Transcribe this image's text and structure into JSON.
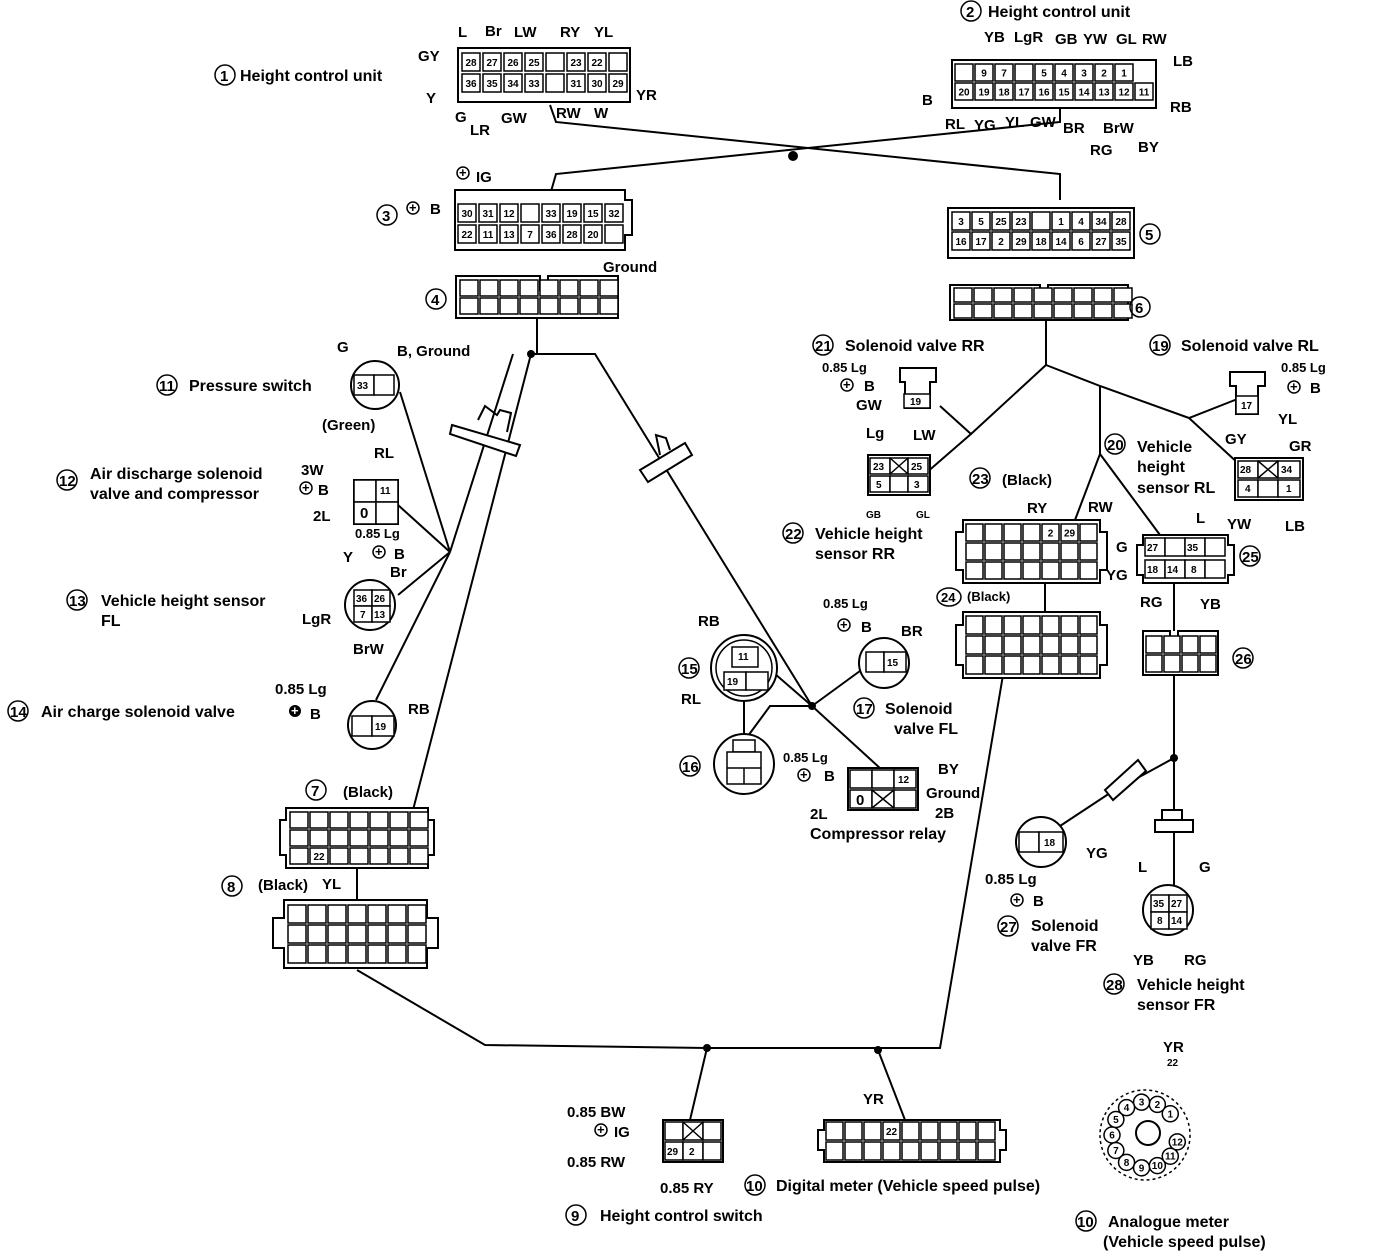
{
  "markers": {
    "n1": "1",
    "n2": "2",
    "n3": "3",
    "n4": "4",
    "n5": "5",
    "n6": "6",
    "n7": "7",
    "n8": "8",
    "n9": "9",
    "n10": "10",
    "n10b": "10",
    "n11": "11",
    "n12": "12",
    "n13": "13",
    "n14": "14",
    "n15": "15",
    "n16": "16",
    "n17": "17",
    "n19": "19",
    "n20": "20",
    "n21": "21",
    "n22": "22",
    "n23": "23",
    "n24": "24",
    "n25": "25",
    "n26": "26",
    "n27": "27",
    "n28": "28"
  },
  "labels": {
    "hcu1": "Height control unit",
    "hcu2": "Height control unit",
    "ig": "IG",
    "b3": "B",
    "ground3": "Ground",
    "g11": "G",
    "bground11": "B, Ground",
    "pressure_switch": "Pressure switch",
    "green": "(Green)",
    "air_discharge_1": "Air discharge solenoid",
    "air_discharge_2": "valve and compressor",
    "w3": "3W",
    "rl12": "RL",
    "b12": "B",
    "l2_12": "2L",
    "lg085_12": "0.85 Lg",
    "b12b": "B",
    "y13": "Y",
    "br13": "Br",
    "vhs_fl_1": "Vehicle height sensor",
    "vhs_fl_2": "FL",
    "lgr13": "LgR",
    "brw13": "BrW",
    "lg085_14": "0.85 Lg",
    "air_charge": "Air charge solenoid valve",
    "b14": "B",
    "rb14": "RB",
    "black7": "(Black)",
    "black8": "(Black)",
    "yl8": "YL",
    "sv_rr": "Solenoid valve RR",
    "lg085_21": "0.85 Lg",
    "b21": "B",
    "gw21": "GW",
    "sv_rl": "Solenoid valve RL",
    "lg085_19": "0.85 Lg",
    "b19": "B",
    "yl19": "YL",
    "lg22": "Lg",
    "lw22": "LW",
    "gb22": "GB",
    "gl22": "GL",
    "vhs_rr_1": "Vehicle height",
    "vhs_rr_2": "sensor RR",
    "black23": "(Black)",
    "ry23": "RY",
    "rw23": "RW",
    "black24": "(Black)",
    "vhs_rl_1": "Vehicle",
    "vhs_rl_2": "height",
    "vhs_rl_3": "sensor RL",
    "gy20": "GY",
    "gr20": "GR",
    "yw20": "YW",
    "lb20": "LB",
    "l25": "L",
    "g25": "G",
    "yg25": "YG",
    "rg25": "RG",
    "yb25": "YB",
    "rb15": "RB",
    "rl15": "RL",
    "lg085_17": "0.85 Lg",
    "b17": "B",
    "br17": "BR",
    "sv_fl_1": "Solenoid",
    "sv_fl_2": "valve FL",
    "lg085_cr": "0.85 Lg",
    "b_cr": "B",
    "by_cr": "BY",
    "ground_cr": "Ground",
    "b2_cr": "2B",
    "l2_cr": "2L",
    "comp_relay": "Compressor relay",
    "yg27": "YG",
    "lg085_27": "0.85 Lg",
    "b27": "B",
    "sv_fr_1": "Solenoid",
    "sv_fr_2": "valve FR",
    "l28": "L",
    "g28": "G",
    "yb28": "YB",
    "rg28": "RG",
    "vhs_fr_1": "Vehicle height",
    "vhs_fr_2": "sensor FR",
    "bw_9": "0.85 BW",
    "ig9": "IG",
    "rw_9": "0.85 RW",
    "ry_9": "0.85 RY",
    "height_switch": "Height control switch",
    "yr10": "YR",
    "digital_meter": "Digital meter (Vehicle speed pulse)",
    "yr10b": "YR",
    "p22": "22",
    "analogue_1": "Analogue meter",
    "analogue_2": "(Vehicle speed pulse)"
  },
  "wire_codes_1": {
    "L": "L",
    "Br": "Br",
    "LW": "LW",
    "RY": "RY",
    "YL": "YL",
    "GY": "GY",
    "Y": "Y",
    "G": "G",
    "LR": "LR",
    "GW": "GW",
    "RW": "RW",
    "W": "W",
    "YR": "YR"
  },
  "wire_codes_2": {
    "YB": "YB",
    "LgR": "LgR",
    "GB": "GB",
    "YW": "YW",
    "GL": "GL",
    "RW": "RW",
    "LB": "LB",
    "B": "B",
    "RB": "RB",
    "RL": "RL",
    "YG": "YG",
    "YL": "YL",
    "GW": "GW",
    "BR": "BR",
    "BrW": "BrW",
    "RG": "RG",
    "BY": "BY"
  },
  "connector1_rows": [
    [
      "28",
      "27",
      "26",
      "25",
      "",
      "23",
      "22",
      ""
    ],
    [
      "36",
      "35",
      "34",
      "33",
      "",
      "31",
      "30",
      "29"
    ]
  ],
  "connector2_rows": [
    [
      "",
      "9",
      "7",
      "",
      "5",
      "4",
      "3",
      "2",
      "1"
    ],
    [
      "20",
      "19",
      "18",
      "17",
      "16",
      "15",
      "14",
      "13",
      "12",
      "11"
    ]
  ],
  "connector3_rows": [
    [
      "30",
      "31",
      "12",
      "",
      "33",
      "19",
      "15",
      "32"
    ],
    [
      "22",
      "11",
      "13",
      "7",
      "36",
      "28",
      "20",
      ""
    ]
  ],
  "connector5_rows": [
    [
      "3",
      "5",
      "25",
      "23",
      "",
      "1",
      "4",
      "34",
      "28"
    ],
    [
      "16",
      "17",
      "2",
      "29",
      "18",
      "14",
      "6",
      "27",
      "35"
    ]
  ],
  "pins": {
    "p33": "33",
    "p11": "11",
    "p0": "0",
    "p36": "36",
    "p26": "26",
    "p7": "7",
    "p13": "13",
    "p19": "19",
    "p22_7": "22",
    "p19_21": "19",
    "p17_19": "17",
    "p23": "23",
    "p25": "25",
    "p5": "5",
    "p3": "3",
    "p28_20": "28",
    "p34_20": "34",
    "p4_20": "4",
    "p1_20": "1",
    "p2_23": "2",
    "p29_23": "29",
    "p27_25": "27",
    "p35_25": "35",
    "p18_25": "18",
    "p14_25": "14",
    "p8_25": "8",
    "p11_15": "11",
    "p19_15": "19",
    "p15_17": "15",
    "p12_cr": "12",
    "p0_cr": "0",
    "p18_27": "18",
    "p35_28": "35",
    "p27_28": "27",
    "p8_28": "8",
    "p14_28": "14",
    "p29_9": "29",
    "p2_9": "2",
    "p22_10": "22"
  },
  "dial_pins": [
    "1",
    "2",
    "3",
    "4",
    "5",
    "6",
    "7",
    "8",
    "9",
    "10",
    "11",
    "12"
  ]
}
